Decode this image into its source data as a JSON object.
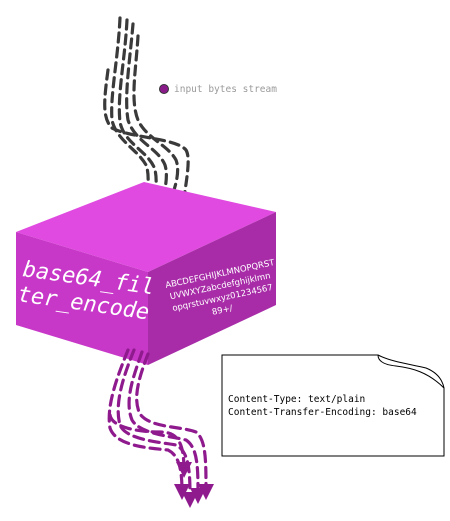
{
  "input_label": "input bytes stream",
  "box": {
    "front_line1": "base64_fil",
    "front_line2": "ter_encode",
    "side_lines": [
      "ABCDEFGHIJKLMNOPQRST",
      "UVWXYZabcdefghijklmn",
      "opqrstuvwxyz01234567",
      "89+/"
    ]
  },
  "note": {
    "line1": "Content-Type: text/plain",
    "line2": "Content-Transfer-Encoding: base64"
  },
  "colors": {
    "input_arrows": "#3a3a3a",
    "output_arrows": "#8e1a8e",
    "box_top": "#e04ae0",
    "box_front": "#c838c8",
    "box_side": "#a82ca8",
    "bullet": "#8a1c8a"
  }
}
